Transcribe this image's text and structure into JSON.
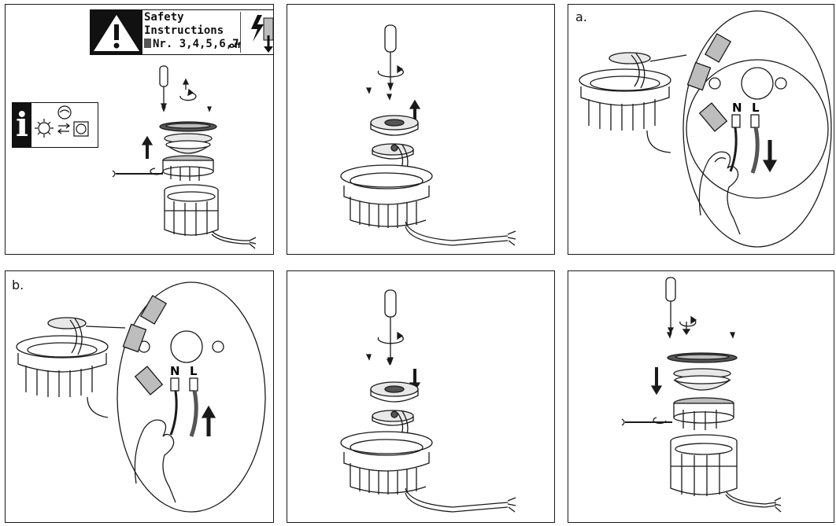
{
  "page": {
    "title": "Installation instructions"
  },
  "safety_box": {
    "line1": "Safety",
    "line2": "Instructions",
    "line3": "Nr. 3,4,5,6,7",
    "off_label": "off",
    "icons": [
      "warning-triangle-icon",
      "lightning-icon",
      "book-icon",
      "switch-off-icon"
    ]
  },
  "info_box": {
    "glyph": "i",
    "icons": [
      "electrician-icon",
      "lamp-icon",
      "swap-arrows-icon",
      "lamp-replaced-icon"
    ]
  },
  "panels": [
    {
      "id": "p1",
      "label": "",
      "content": "exploded assembly with screwdriver"
    },
    {
      "id": "p2",
      "label": "",
      "content": "lift cover and terminal block"
    },
    {
      "id": "p3",
      "label": "a.",
      "content": "disconnect N and L wires"
    },
    {
      "id": "p4",
      "label": "b.",
      "content": "connect N and L wires"
    },
    {
      "id": "p5",
      "label": "",
      "content": "reinsert terminal and cover"
    },
    {
      "id": "p6",
      "label": "",
      "content": "reassemble with screwdriver"
    }
  ],
  "terminals": {
    "n": "N",
    "l": "L"
  },
  "colors": {
    "line": "#1a1a1a",
    "fill_light": "#e8e8e8",
    "fill_mid": "#bdbdbd",
    "fill_dark": "#555555"
  }
}
